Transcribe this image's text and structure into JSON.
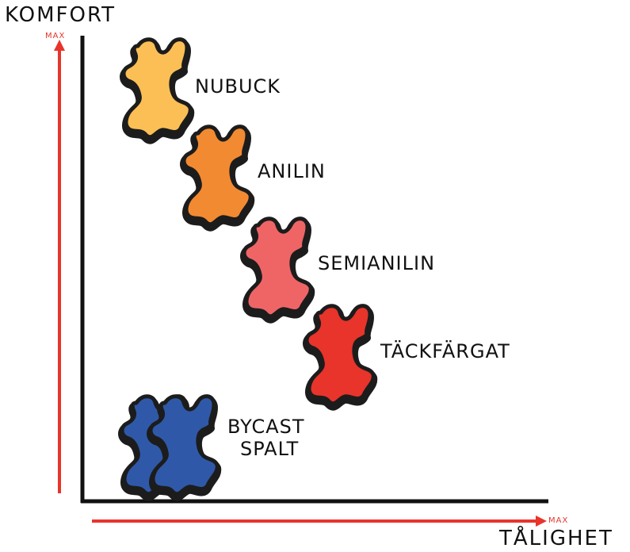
{
  "y_axis": {
    "title": "KOMFORT",
    "max_label": "MAX"
  },
  "x_axis": {
    "title": "TÅLIGHET",
    "max_label": "MAX"
  },
  "colors": {
    "axis_arrow": "#e8342b",
    "axis_line": "#111111",
    "outline": "#1c1c1c"
  },
  "hides": [
    {
      "name": "NUBUCK",
      "color": "#fbbf55",
      "icon": "leather-hide-icon"
    },
    {
      "name": "ANILIN",
      "color": "#f28a32",
      "icon": "leather-hide-icon"
    },
    {
      "name": "SEMIANILIN",
      "color": "#ef6566",
      "icon": "leather-hide-icon"
    },
    {
      "name": "TÄCKFÄRGAT",
      "color": "#e8342b",
      "icon": "leather-hide-icon"
    },
    {
      "name_lines": [
        "BYCAST",
        "SPALT"
      ],
      "color": "#2f59a8",
      "icon": "leather-hide-icon"
    }
  ]
}
